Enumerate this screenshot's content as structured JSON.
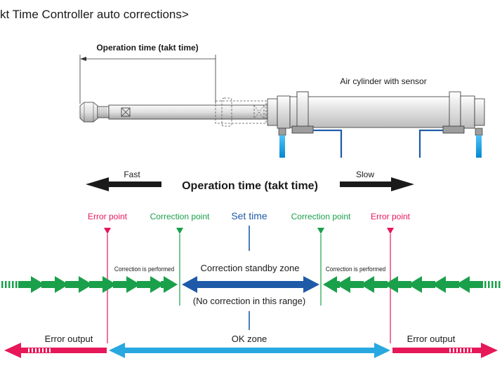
{
  "page_title": "kt Time Controller auto corrections>",
  "top_diagram": {
    "operation_time_label": "Operation time (takt time)",
    "cylinder_label": "Air cylinder with sensor"
  },
  "speed_axis": {
    "fast_label": "Fast",
    "slow_label": "Slow",
    "center_label": "Operation time (takt time)"
  },
  "markers": {
    "error_point_left": "Error point",
    "correction_point_left": "Correction point",
    "set_time": "Set time",
    "correction_point_right": "Correction point",
    "error_point_right": "Error point"
  },
  "zones": {
    "correction_performed_left": "Correction is performed",
    "standby_zone": "Correction standby zone",
    "no_correction_note": "(No correction in this range)",
    "correction_performed_right": "Correction is performed",
    "error_output_left": "Error output",
    "ok_zone": "OK zone",
    "error_output_right": "Error output"
  },
  "colors": {
    "error": "#e6185a",
    "correction": "#1aa04a",
    "set_time": "#1e5aa8",
    "ok": "#29a8e0",
    "black": "#1a1a1a"
  },
  "icons": {
    "cylinder": "air-cylinder-icon",
    "arrow_left": "arrow-left-icon",
    "arrow_right": "arrow-right-icon",
    "marker": "triangle-down-icon"
  }
}
